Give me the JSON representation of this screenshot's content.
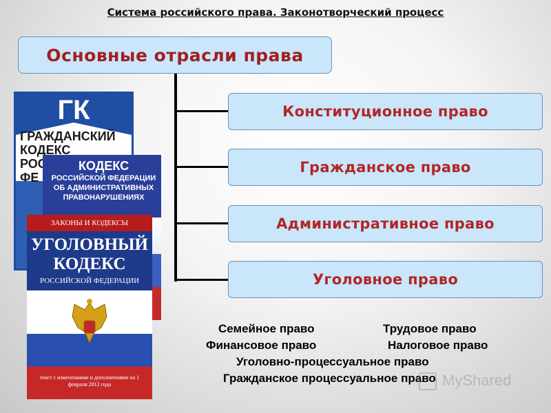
{
  "slide": {
    "title": "Система российского права. Законотворческий процесс"
  },
  "diagram": {
    "root": "Основные отрасли права",
    "branches": [
      "Конституционное право",
      "Гражданское право",
      "Административное право",
      "Уголовное право"
    ]
  },
  "other_branches": [
    [
      "Семейное право",
      "Трудовое право"
    ],
    [
      "Финансовое право",
      "Налоговое право"
    ],
    [
      "Уголовно-процессуальное право"
    ],
    [
      "Гражданское процессуальное право"
    ]
  ],
  "books": {
    "civil_code": {
      "badge": "ГК",
      "lines": [
        "ГРАЖДАНСКИЙ",
        "КОДЕКС",
        "РОССИЙСКОЙ",
        "ФЕ"
      ]
    },
    "admin_code": {
      "title": "КОДЕКС",
      "lines": [
        "РОССИЙСКОЙ ФЕДЕРАЦИИ",
        "ОБ АДМИНИСТРАТИВНЫХ",
        "ПРАВОНАРУШЕНИЯХ"
      ]
    },
    "criminal_code": {
      "series": "ЗАКОНЫ И КОДЕКСЫ",
      "title_lines": [
        "УГОЛОВНЫЙ",
        "КОДЕКС"
      ],
      "subtitle": "РОССИЙСКОЙ ФЕДЕРАЦИИ",
      "footer": "текст с изменениями и дополнениями на 1 февраля 2012 года"
    }
  },
  "watermark": "MyShared",
  "colors": {
    "box_fill": "#c9e6fb",
    "box_text": "#b32626",
    "connector": "#000000"
  }
}
